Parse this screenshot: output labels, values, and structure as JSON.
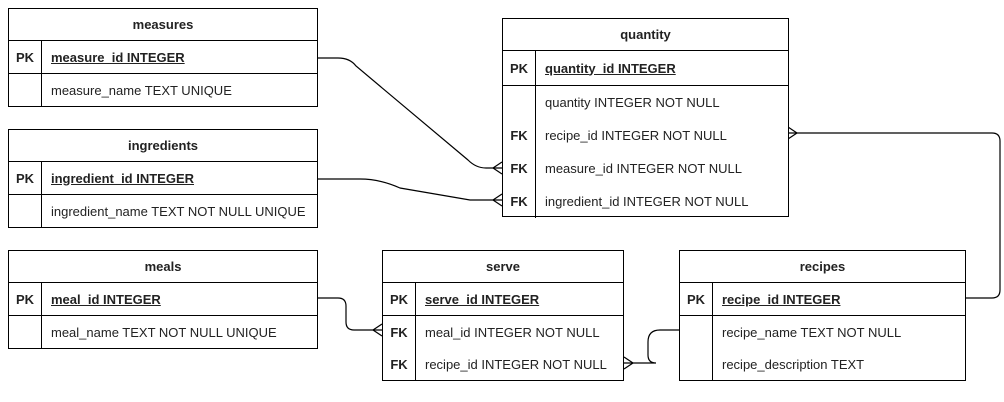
{
  "tables": {
    "measures": {
      "title": "measures",
      "rows": [
        {
          "key": "PK",
          "text": "measure_id INTEGER"
        },
        {
          "key": "",
          "text": "measure_name TEXT UNIQUE"
        }
      ]
    },
    "ingredients": {
      "title": "ingredients",
      "rows": [
        {
          "key": "PK",
          "text": "ingredient_id INTEGER"
        },
        {
          "key": "",
          "text": "ingredient_name TEXT NOT NULL UNIQUE"
        }
      ]
    },
    "meals": {
      "title": "meals",
      "rows": [
        {
          "key": "PK",
          "text": "meal_id INTEGER"
        },
        {
          "key": "",
          "text": "meal_name TEXT NOT NULL UNIQUE"
        }
      ]
    },
    "quantity": {
      "title": "quantity",
      "rows": [
        {
          "key": "PK",
          "text": "quantity_id INTEGER"
        },
        {
          "key": "",
          "text": "quantity INTEGER NOT NULL"
        },
        {
          "key": "FK",
          "text": "recipe_id INTEGER NOT NULL"
        },
        {
          "key": "FK",
          "text": "measure_id INTEGER NOT NULL"
        },
        {
          "key": "FK",
          "text": "ingredient_id INTEGER NOT NULL"
        }
      ]
    },
    "serve": {
      "title": "serve",
      "rows": [
        {
          "key": "PK",
          "text": "serve_id INTEGER"
        },
        {
          "key": "FK",
          "text": "meal_id INTEGER NOT NULL"
        },
        {
          "key": "FK",
          "text": "recipe_id INTEGER NOT NULL"
        }
      ]
    },
    "recipes": {
      "title": "recipes",
      "rows": [
        {
          "key": "PK",
          "text": "recipe_id INTEGER"
        },
        {
          "key": "",
          "text": "recipe_name TEXT NOT NULL"
        },
        {
          "key": "",
          "text": "recipe_description TEXT"
        }
      ]
    }
  },
  "relationships": [
    {
      "from": "measures.measure_id",
      "to": "quantity.measure_id",
      "cardinality": "one-to-many"
    },
    {
      "from": "ingredients.ingredient_id",
      "to": "quantity.ingredient_id",
      "cardinality": "one-to-many"
    },
    {
      "from": "recipes.recipe_id",
      "to": "quantity.recipe_id",
      "cardinality": "one-to-many"
    },
    {
      "from": "meals.meal_id",
      "to": "serve.meal_id",
      "cardinality": "one-to-many"
    },
    {
      "from": "recipes.recipe_id",
      "to": "serve.recipe_id",
      "cardinality": "one-to-many"
    }
  ],
  "colors": {
    "line": "#000000",
    "background": "#ffffff",
    "text": "#222222"
  }
}
